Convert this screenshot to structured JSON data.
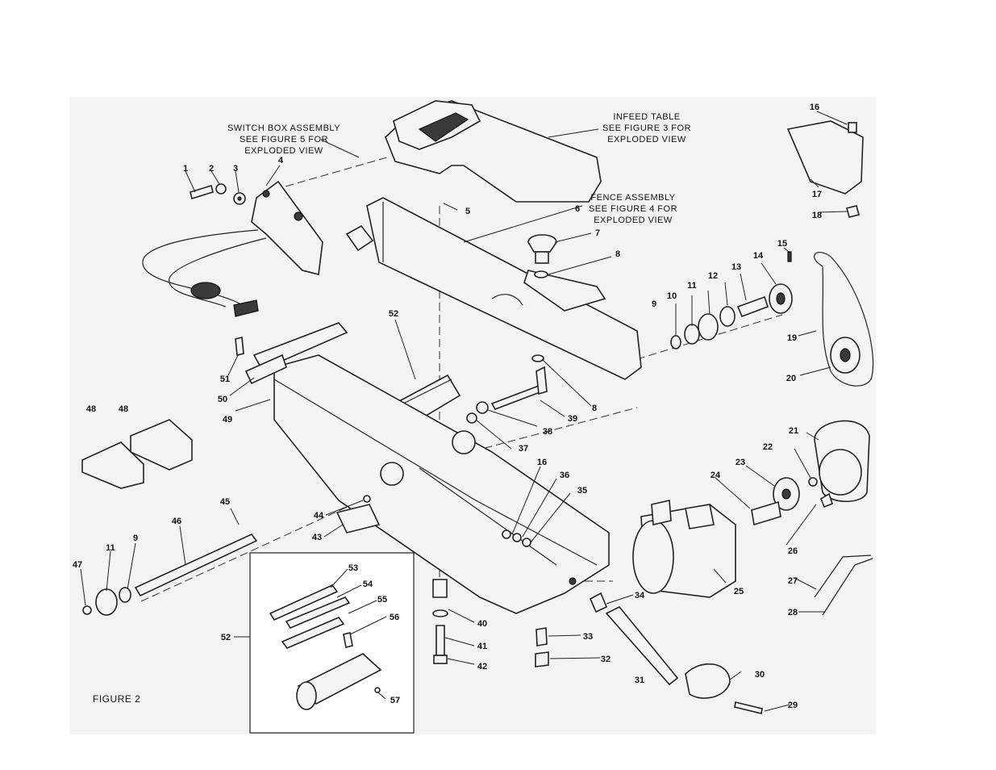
{
  "figure_label": "FIGURE 2",
  "callouts": {
    "switch_box": [
      "SWITCH BOX ASSEMBLY",
      "SEE FIGURE 5 FOR",
      "EXPLODED VIEW"
    ],
    "infeed_table": [
      "INFEED TABLE",
      "SEE FIGURE 3 FOR",
      "EXPLODED VIEW"
    ],
    "fence_assembly": [
      "FENCE ASSEMBLY",
      "SEE FIGURE 4 FOR",
      "EXPLODED VIEW"
    ]
  },
  "part_numbers": [
    "1",
    "2",
    "3",
    "4",
    "5",
    "6",
    "7",
    "8",
    "9",
    "10",
    "11",
    "12",
    "13",
    "14",
    "15",
    "16",
    "17",
    "18",
    "19",
    "20",
    "21",
    "22",
    "23",
    "24",
    "25",
    "26",
    "27",
    "28",
    "29",
    "30",
    "31",
    "32",
    "33",
    "34",
    "35",
    "36",
    "37",
    "38",
    "39",
    "8",
    "40",
    "41",
    "42",
    "43",
    "44",
    "45",
    "46",
    "11",
    "9",
    "47",
    "48",
    "48",
    "49",
    "50",
    "51",
    "52",
    "52",
    "53",
    "54",
    "55",
    "56",
    "57",
    "16"
  ]
}
